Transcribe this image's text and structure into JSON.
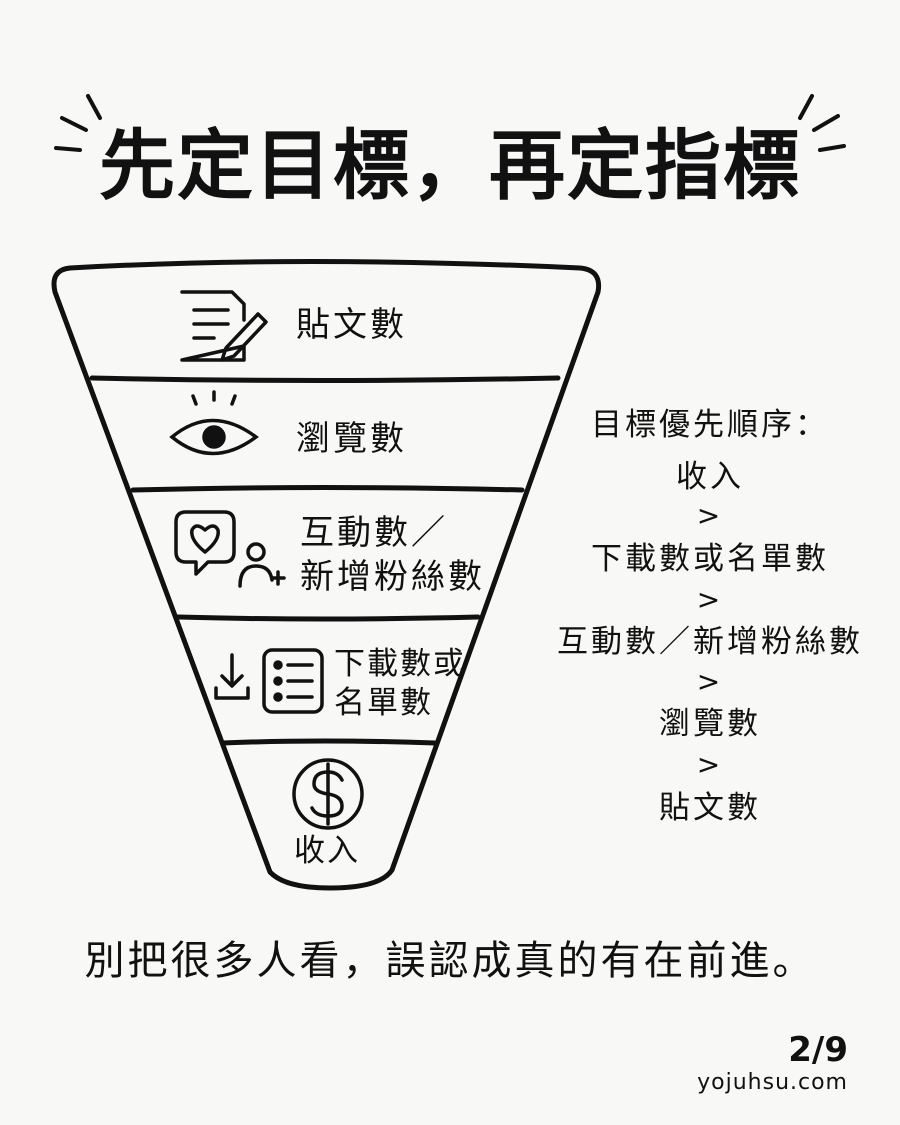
{
  "title": "先定目標，再定指標",
  "funnel": {
    "stages": [
      {
        "label": "貼文數",
        "icon": "document-pencil-icon"
      },
      {
        "label": "瀏覽數",
        "icon": "eye-icon"
      },
      {
        "label_line1": "互動數／",
        "label_line2": "新增粉絲數",
        "icon": "heart-bubble-add-user-icon"
      },
      {
        "label_line1": "下載數或",
        "label_line2": "名單數",
        "icon": "download-list-icon"
      },
      {
        "label": "收入",
        "icon": "dollar-coin-icon"
      }
    ]
  },
  "priority": {
    "heading": "目標優先順序：",
    "items": [
      "收入",
      "下載數或名單數",
      "互動數／新增粉絲數",
      "瀏覽數",
      "貼文數"
    ],
    "separator": ">"
  },
  "tagline": "別把很多人看，誤認成真的有在前進。",
  "page_number": "2/9",
  "site": "yojuhsu.com"
}
